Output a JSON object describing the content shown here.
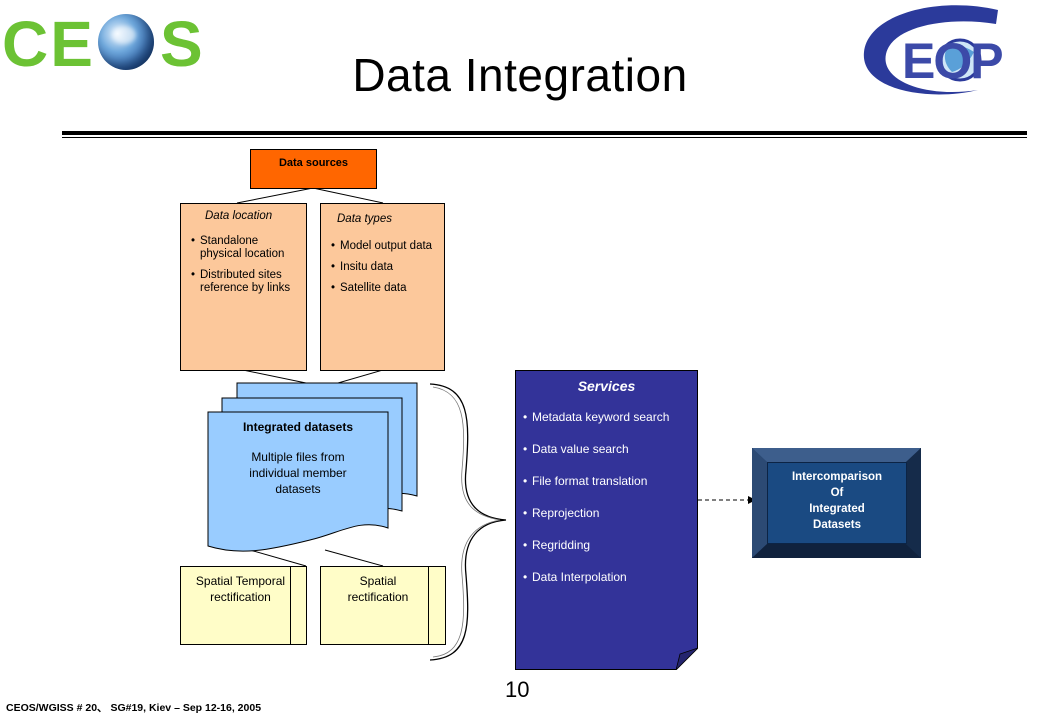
{
  "header": {
    "title": "Data Integration",
    "left_logo_text": "CE",
    "left_logo_text_end": "S",
    "right_logo_text": "EOP"
  },
  "sources": {
    "label": "Data sources"
  },
  "location": {
    "title": "Data location",
    "items": [
      "Standalone physical location",
      "Distributed sites reference by links"
    ]
  },
  "types": {
    "title": "Data types",
    "items": [
      "Model output data",
      "Insitu data",
      "Satellite data"
    ]
  },
  "integrated": {
    "title": "Integrated datasets",
    "desc": "Multiple files from individual member datasets"
  },
  "rectification": {
    "left": "Spatial Temporal rectification",
    "right": "Spatial rectification"
  },
  "services": {
    "title": "Services",
    "items": [
      "Metadata keyword search",
      "Data value search",
      "File format translation",
      "Reprojection",
      "Regridding",
      "Data Interpolation"
    ]
  },
  "intercomparison": {
    "lines": [
      "Intercomparison",
      "Of",
      "Integrated",
      "Datasets"
    ]
  },
  "footer": {
    "page": "10",
    "text": "CEOS/WGISS # 20、 SG#19, Kiev – Sep 12-16, 2005"
  },
  "colors": {
    "sources": "#ff6600",
    "peach": "#fcc89b",
    "integrated": "#99ccff",
    "rectification": "#fffdc8",
    "services": "#333399",
    "intercomparison": "#1f3c68"
  }
}
